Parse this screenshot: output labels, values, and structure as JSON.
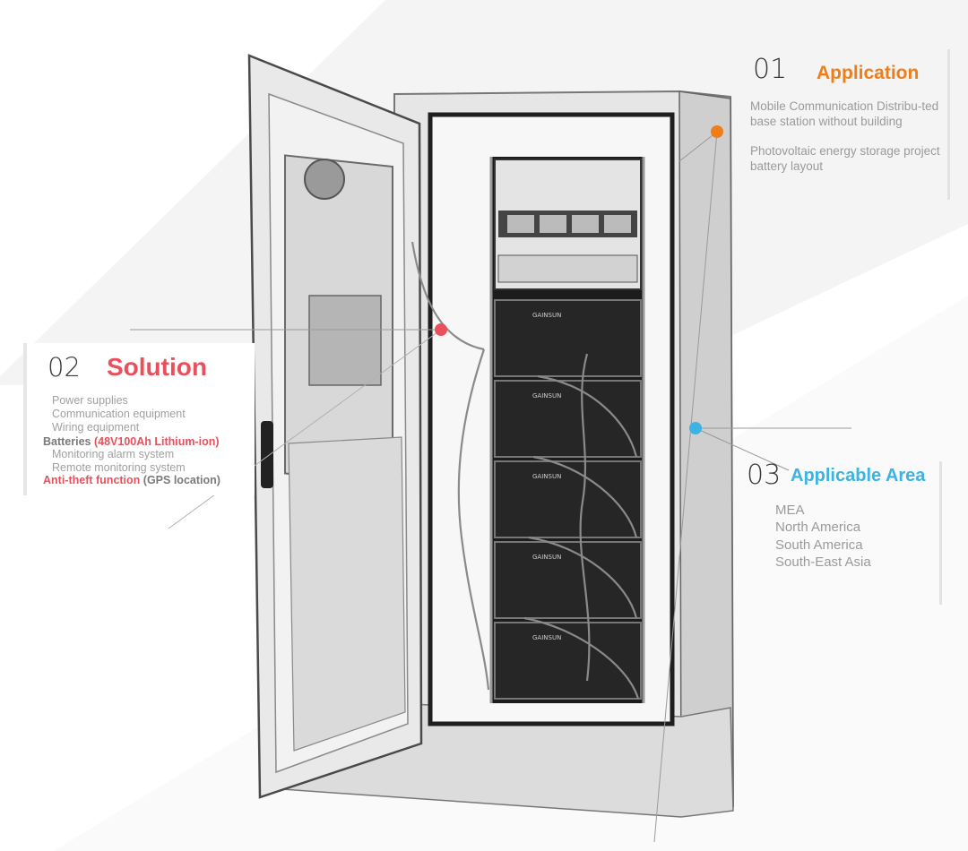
{
  "colors": {
    "application": "#ef7d1a",
    "solution": "#e8505b",
    "area": "#3cb3e0",
    "body_text": "#9a9a9a"
  },
  "application": {
    "number": "01",
    "title": "Application",
    "line1": "Mobile Communication Distribu-ted base station without building",
    "line2": "Photovoltaic energy storage project battery layout"
  },
  "solution": {
    "number": "02",
    "title": "Solution",
    "items": [
      "Power supplies",
      "Communication equipment",
      "Wiring equipment",
      "Batteries",
      "(48V100Ah Lithium-ion)",
      "Monitoring alarm system",
      "Remote monitoring system",
      "Anti-theft function",
      "(GPS location)"
    ]
  },
  "area": {
    "number": "03",
    "title": "Applicable Area",
    "items": [
      "MEA",
      "North America",
      "South America",
      "South-East Asia"
    ]
  },
  "device": {
    "module_label": "GAINSUN"
  }
}
